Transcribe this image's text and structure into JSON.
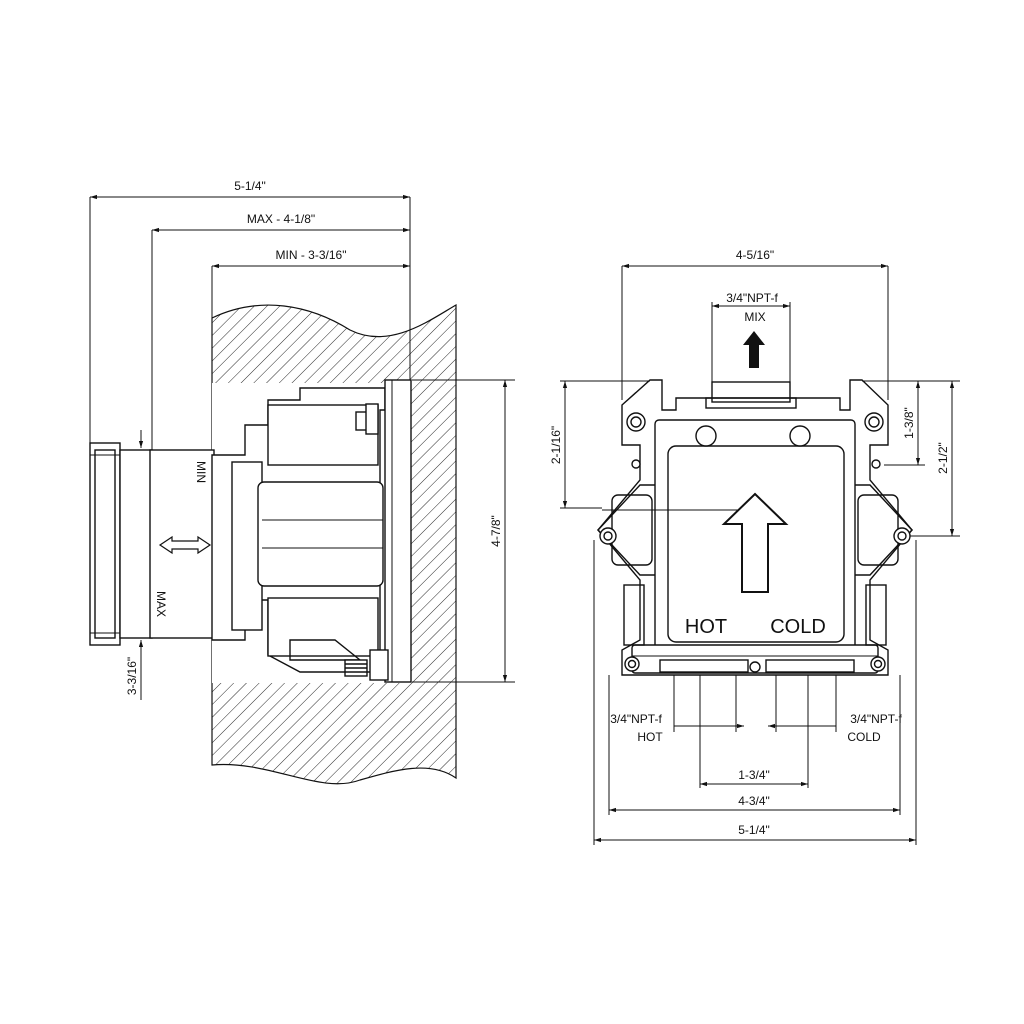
{
  "side_view": {
    "overall_width": "5-1/4\"",
    "max_depth": "MAX - 4-1/8\"",
    "min_depth": "MIN - 3-3/16\"",
    "height": "4-7/8\"",
    "trim_depth": "3-3/16\"",
    "min_label": "MIN",
    "max_label": "MAX"
  },
  "front_view": {
    "top_width": "4-5/16\"",
    "mix_thread": "3/4\"NPT-f",
    "mix_label": "MIX",
    "left_height": "2-1/16\"",
    "right_small": "1-3/8\"",
    "right_large": "2-1/2\"",
    "hot_label": "HOT",
    "cold_label": "COLD",
    "hot_thread": "3/4\"NPT-f",
    "hot_port": "HOT",
    "cold_thread": "3/4\"NPT-f",
    "cold_port": "COLD",
    "port_spacing": "1-3/4\"",
    "mount_width": "4-3/4\"",
    "overall_width": "5-1/4\""
  }
}
